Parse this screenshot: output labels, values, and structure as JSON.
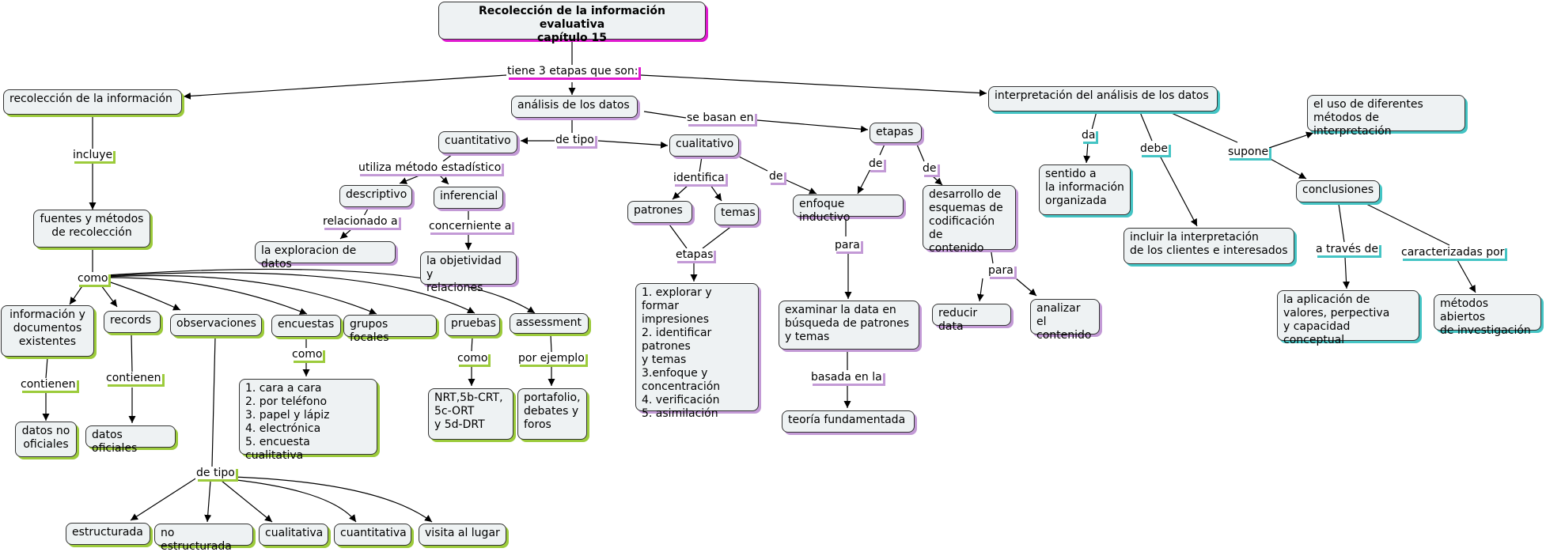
{
  "map": {
    "title": "Recolección de la información evaluativa\ncapítulo 15",
    "nodes": {
      "recoleccion": "recolección de la información",
      "analisis": "análisis de los datos",
      "interpretacion": "interpretación del análisis de los datos",
      "fuentes": "fuentes y métodos\nde recolección",
      "info_docs": "información y\ndocumentos\nexistentes",
      "records": "records",
      "observaciones": "observaciones",
      "encuestas": "encuestas",
      "grupos_focales": "grupos focales",
      "pruebas": "pruebas",
      "assessment": "assessment",
      "datos_no_oficiales": "datos no\noficiales",
      "datos_oficiales": "datos oficiales",
      "encuesta_tipos": "1. cara a cara\n2. por teléfono\n3. papel y lápiz\n4. electrónica\n5. encuesta cualitativa",
      "nrt": "NRT,5b-CRT,\n5c-ORT\ny 5d-DRT",
      "portafolio": "portafolio,\ndebates y\nforos",
      "estructurada": "estructurada",
      "no_estructurada": "no estructurada",
      "cualitativa": "cualitativa",
      "cuantitativa": "cuantitativa",
      "visita": "visita al lugar",
      "cuantitativo": "cuantitativo",
      "cualitativo": "cualitativo",
      "descriptivo": "descriptivo",
      "inferencial": "inferencial",
      "exploracion": "la exploracion de datos",
      "objetividad": "la objetividad y\nrelaciones",
      "patrones": "patrones",
      "temas": "temas",
      "etapas_lista": "1. explorar y formar\n    impresiones\n2. identificar\n  patrones\n  y temas\n3.enfoque y\n  concentración\n4. verificación\n5. asimilación",
      "etapas": "etapas",
      "enfoque_inductivo": "enfoque inductivo",
      "desarrollo": "desarrollo de\nesquemas de\ncodificación de\ncontenido",
      "examinar": "examinar la data en\nbúsqueda de patrones\ny temas",
      "teoria": "teoría fundamentada",
      "reducir": "reducir data",
      "analizar": "analizar el\ncontenido",
      "sentido": "sentido a\nla información\norganizada",
      "incluir": "incluir la interpretación\nde los clientes e interesados",
      "uso_metodos": "el uso de diferentes\nmétodos de interpretación",
      "conclusiones": "conclusiones",
      "aplicacion": "la aplicación de\nvalores,  perpectiva\ny capacidad conceptual",
      "metodos_abiertos": "métodos abiertos\nde investigación"
    },
    "links": {
      "tiene_etapas": "tiene 3 etapas que son:",
      "incluye": "incluye",
      "como_1": "como",
      "contienen_1": "contienen",
      "contienen_2": "contienen",
      "como_2": "como",
      "como_3": "como",
      "por_ejemplo": "por ejemplo",
      "de_tipo_1": "de tipo",
      "de_tipo_2": "de tipo",
      "utiliza": "utiliza método estadístico",
      "relacionado": "relacionado a",
      "concerniente": "concerniente a",
      "identifica": "identifica",
      "etapas_link": "etapas",
      "de_1": "de",
      "se_basan": "se basan en",
      "de_2": "de",
      "de_3": "de",
      "para_1": "para",
      "basada": "basada en la",
      "para_2": "para",
      "da": "da",
      "debe": "debe",
      "supone": "supone",
      "a_traves": "a través de",
      "caracterizadas": "caracterizadas por"
    }
  }
}
